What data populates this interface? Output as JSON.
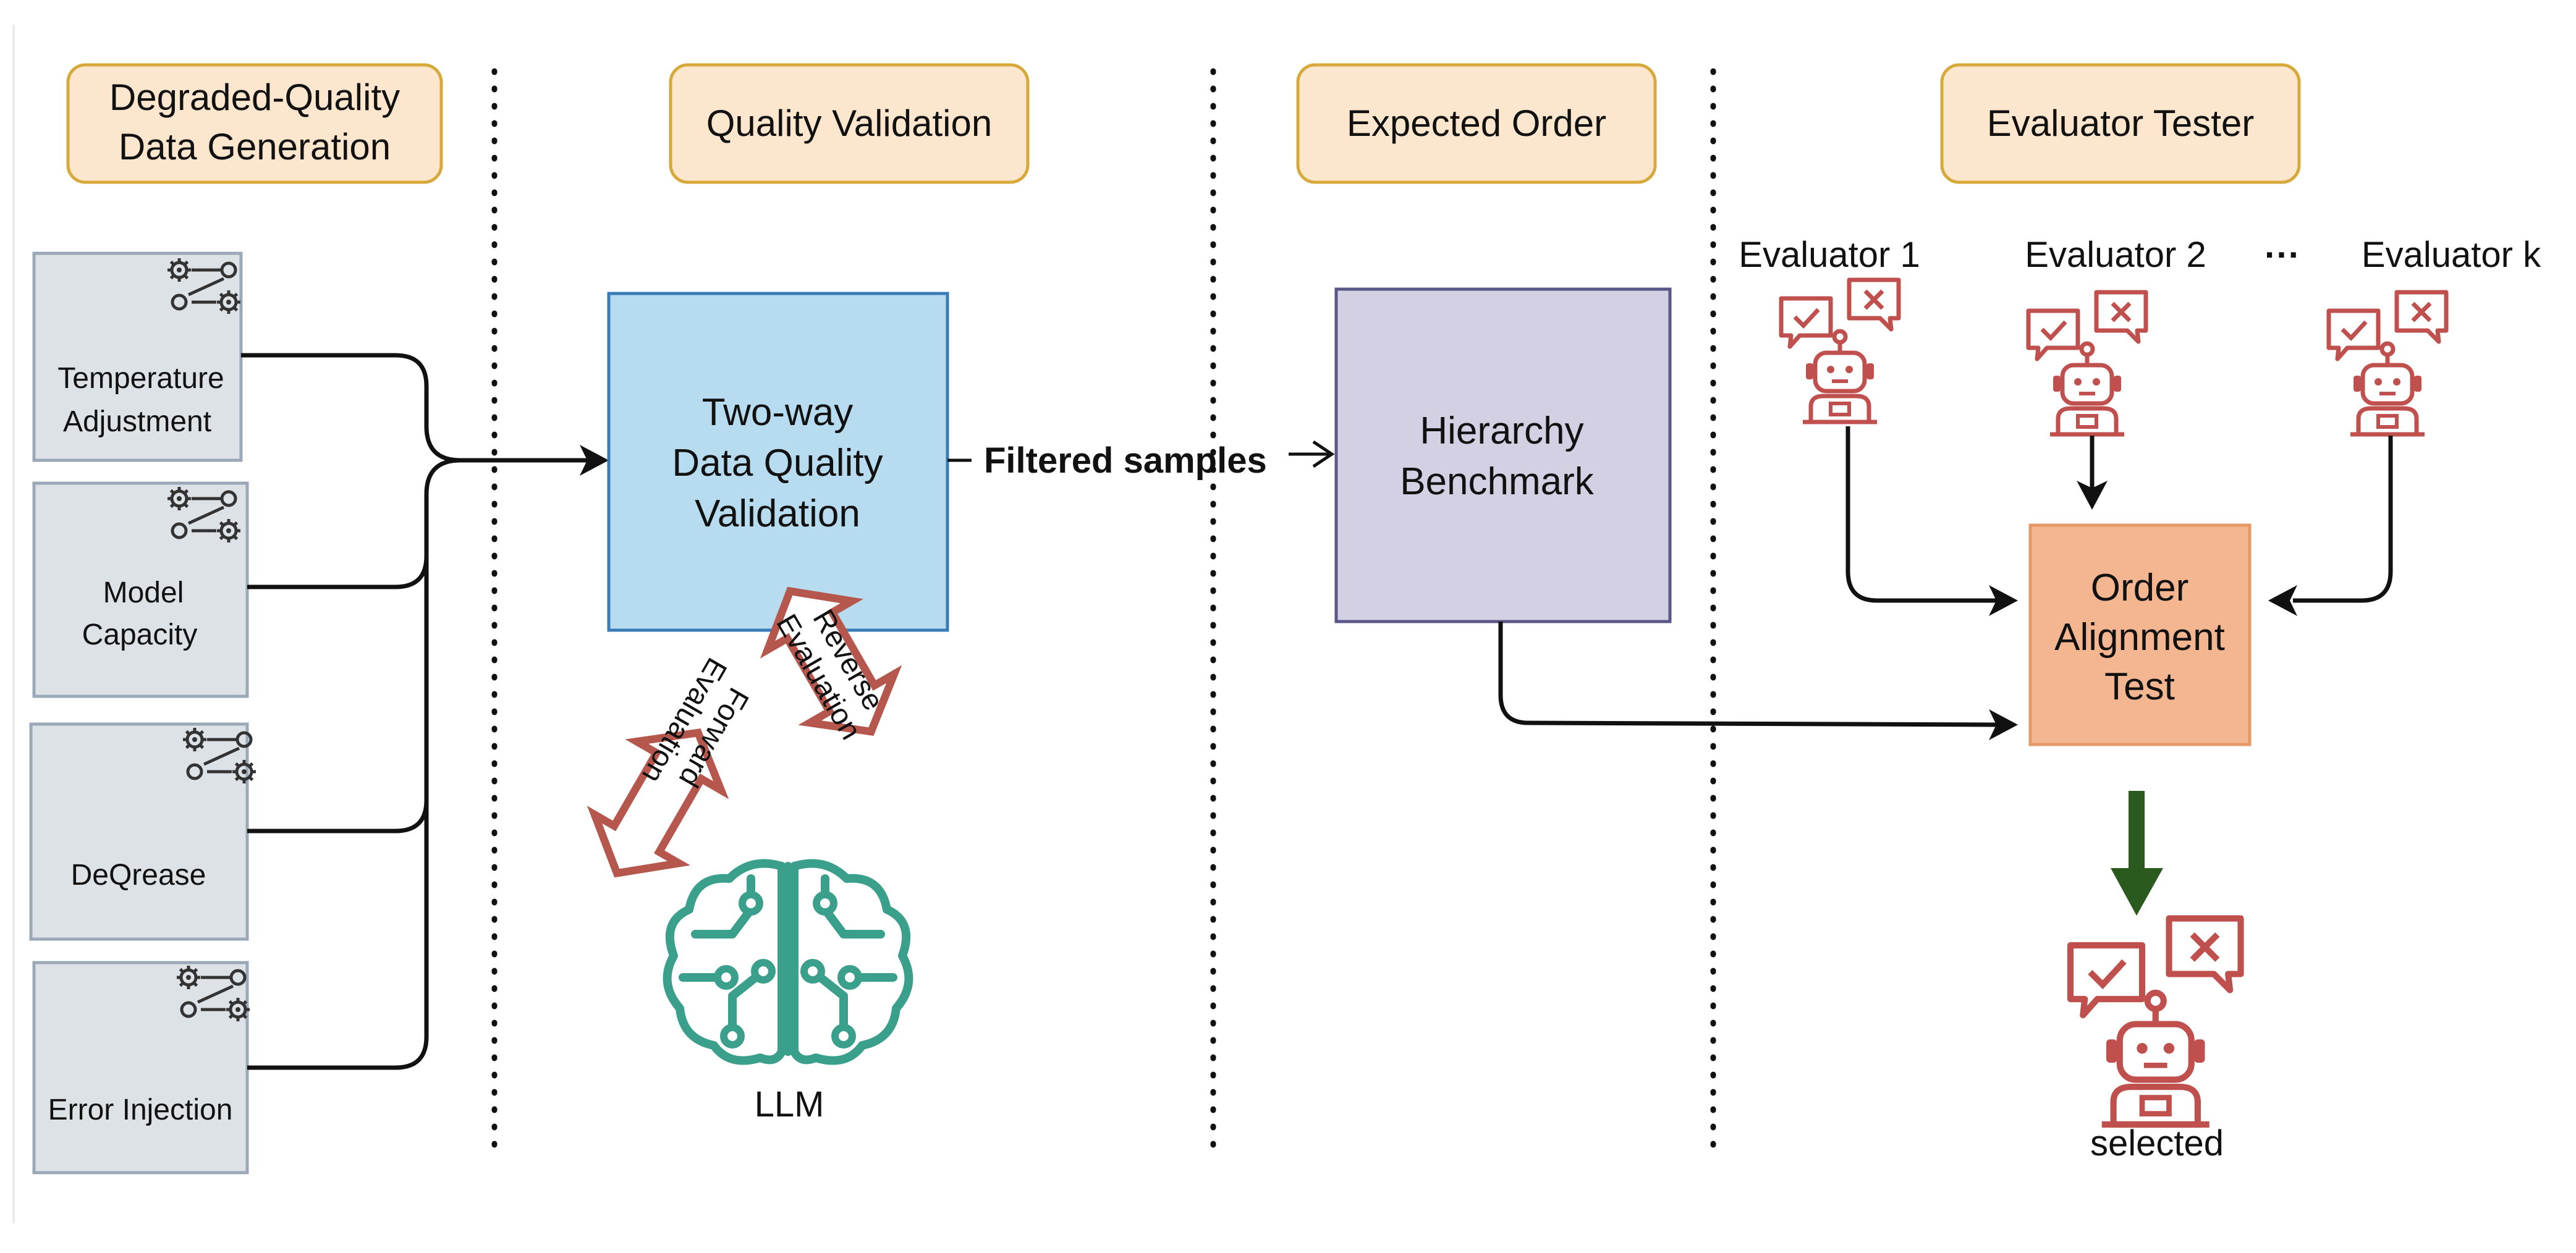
{
  "stages": [
    {
      "title_lines": [
        "Degraded-Quality",
        "Data Generation"
      ]
    },
    {
      "title_lines": [
        "Quality Validation"
      ]
    },
    {
      "title_lines": [
        "Expected Order"
      ]
    },
    {
      "title_lines": [
        "Evaluator Tester"
      ]
    }
  ],
  "generators": [
    {
      "lines": [
        "Temperature",
        "Adjustment"
      ]
    },
    {
      "lines": [
        "Model",
        "Capacity"
      ]
    },
    {
      "lines": [
        "DeQrease"
      ]
    },
    {
      "lines": [
        "Error Injection"
      ]
    }
  ],
  "validation": {
    "box_lines": [
      "Two-way",
      "Data Quality",
      "Validation"
    ],
    "forward_lines": [
      "Forward",
      "Evaluation"
    ],
    "reverse_lines": [
      "Reverse",
      "Evaluation"
    ],
    "llm_label": "LLM"
  },
  "flow_label": "Filtered samples",
  "benchmark_lines": [
    "Hierarchy",
    "Benchmark"
  ],
  "evaluators": [
    "Evaluator 1",
    "Evaluator 2",
    "Evaluator k"
  ],
  "ellipsis": "···",
  "test_lines": [
    "Order",
    "Alignment",
    "Test"
  ],
  "selected_label": "selected",
  "colors": {
    "stage_fill": "#fce6cd",
    "stage_stroke": "#d7a93a",
    "generator_fill": "#dde2e7",
    "generator_stroke": "#9aa8b8",
    "validation_fill": "#b8dcef",
    "validation_stroke": "#3a7cb8",
    "benchmark_fill": "#d3d0e3",
    "benchmark_stroke": "#5a568a",
    "test_fill": "#f4b591",
    "test_stroke": "#e59a66",
    "evaluation_arrow_stroke": "#b5574d",
    "robot": "#c0504d",
    "brain": "#3a9f8b",
    "selected_arrow": "#2a5a1e"
  },
  "icons": [
    "gears-icon",
    "robot-icon",
    "check-bubble-icon",
    "cross-bubble-icon",
    "brain-circuit-icon"
  ]
}
